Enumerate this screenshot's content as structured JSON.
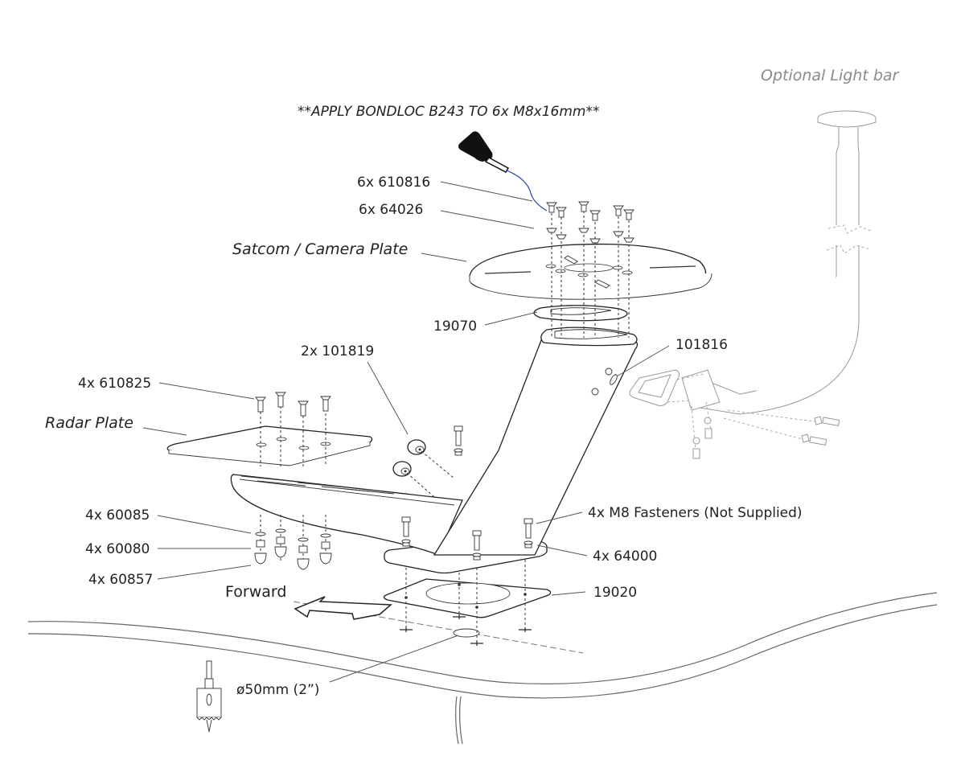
{
  "title_note": "**APPLY BONDLOC B243 TO 6x M8x16mm**",
  "optional_label": "Optional Light bar",
  "direction_label": "Forward",
  "labels": {
    "screws_top": "6x 610816",
    "washers_top": "6x 64026",
    "satcom_plate": "Satcom / Camera Plate",
    "gasket": "19070",
    "bumpers": "2x 101819",
    "lightbar_gasket": "101816",
    "radar_screws": "4x 610825",
    "radar_plate": "Radar Plate",
    "washers_bottom": "4x 60085",
    "nuts_bottom": "4x 60080",
    "caps_bottom": "4x 60857",
    "fasteners": "4x M8 Fasteners (Not Supplied)",
    "base_washers": "4x 64000",
    "base_plate": "19020",
    "hole_size": "ø50mm (2”)"
  },
  "colors": {
    "line": "#222222",
    "ghost": "#9a9a9a",
    "bondloc_wire": "#2a45b0",
    "bottle": "#111111"
  }
}
